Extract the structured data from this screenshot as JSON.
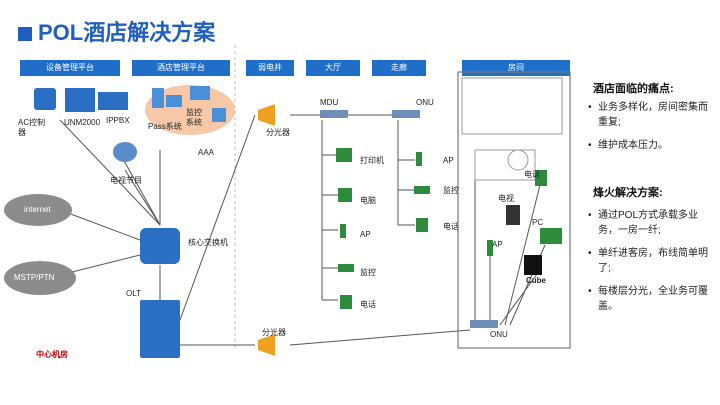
{
  "title": "POL酒店解决方案",
  "headers": {
    "device_mgmt": "设备管理平台",
    "hotel_mgmt": "酒店管理平台",
    "weak_well": "弱电井",
    "lobby": "大厅",
    "corridor": "走廊",
    "room": "房间"
  },
  "labels": {
    "ac": "AC控制器",
    "unm": "UNM2000",
    "ippbx": "IPPBX",
    "pass": "Pass系统",
    "cam_sys": "监控系统",
    "aaa": "AAA",
    "tv_show": "电视节目",
    "internet": "internet",
    "mstp": "MSTP/PTN",
    "core_switch": "核心交换机",
    "olt": "OLT",
    "datacenter": "中心机房",
    "splitter1": "分光器",
    "splitter2": "分光器",
    "mdu": "MDU",
    "onu_corr": "ONU",
    "onu_room": "ONU",
    "printer": "打印机",
    "pc_lobby": "电脑",
    "ap_lobby": "AP",
    "cam_lobby": "监控",
    "phone_lobby": "电话",
    "ap_corr": "AP",
    "cam_corr": "监控",
    "phone_corr": "电话",
    "phone_room": "电话",
    "tv_room": "电视",
    "pc_room": "PC",
    "ap_room": "AP",
    "cube": "Cube"
  },
  "pain": {
    "title": "酒店面临的痛点:",
    "items": [
      "业务多样化，房间密集而重复;",
      "维护成本压力。"
    ]
  },
  "solution": {
    "title": "烽火解决方案:",
    "items": [
      "通过POL方式承载多业务，一房一纤;",
      "单纤进客房，布线简单明了;",
      "每楼层分光，全业务可覆盖。"
    ]
  },
  "colors": {
    "accent": "#1f5fbf",
    "header": "#1f6fc8",
    "device": "#2a6fc4",
    "phone_green": "#2e8b3c",
    "splitter": "#f0a020"
  }
}
